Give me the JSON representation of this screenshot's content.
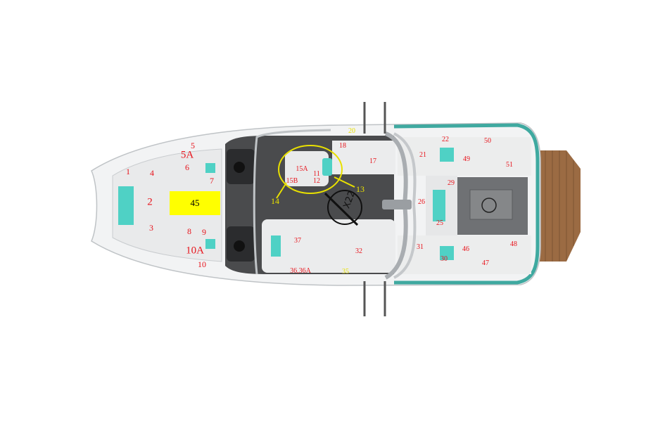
{
  "diagram": {
    "model_badge": "X22",
    "highlight": {
      "label": "45",
      "color": "#ffff00"
    },
    "colors": {
      "label": "#e8141c",
      "callout": "#e8e000",
      "accent_teal": "#4fd1c5",
      "hull": "#f2f3f4",
      "floor": "#4a4b4d",
      "deck": "#9b6b43"
    },
    "labels": [
      "1",
      "2",
      "3",
      "4",
      "5",
      "5A",
      "6",
      "7",
      "8",
      "9",
      "10",
      "10A",
      "11",
      "12",
      "13",
      "14",
      "15A",
      "15B",
      "17",
      "18",
      "20",
      "21",
      "22",
      "25",
      "26",
      "29",
      "30",
      "31",
      "32",
      "35",
      "36,36A",
      "37",
      "46",
      "47",
      "48",
      "49",
      "50",
      "51"
    ]
  }
}
